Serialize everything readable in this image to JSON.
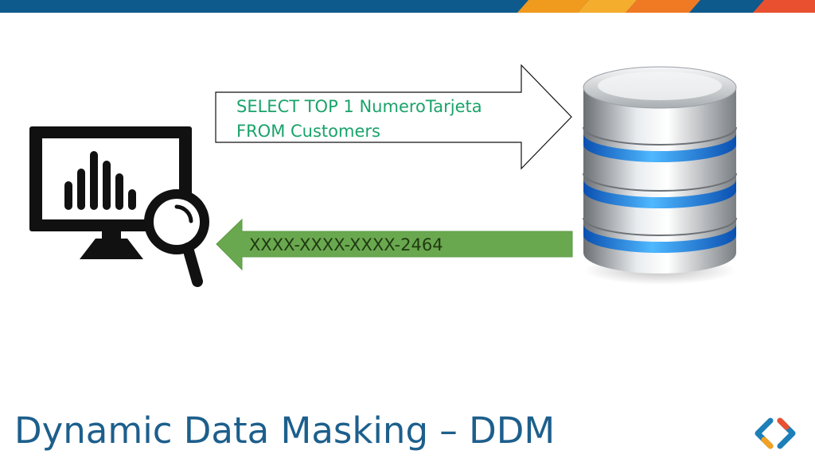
{
  "slide": {
    "title": "Dynamic Data Masking – DDM"
  },
  "query_arrow": {
    "line1": "SELECT TOP 1 NumeroTarjeta",
    "line2": "FROM Customers"
  },
  "result_arrow": {
    "text": "XXXX-XXXX-XXXX-2464"
  },
  "icons": {
    "client": "monitor-analytics-magnifier-icon",
    "database": "database-cylinder-icon",
    "logo": "angle-brackets-logo-icon"
  },
  "colors": {
    "title": "#1d5f8c",
    "query_text": "#1aa36a",
    "result_arrow": "#6aa84f",
    "top_bar_blue": "#0f5a8c",
    "top_bar_orange": "#f3a122",
    "top_bar_red": "#e8502f",
    "db_ring_blue": "#1e90ff"
  }
}
